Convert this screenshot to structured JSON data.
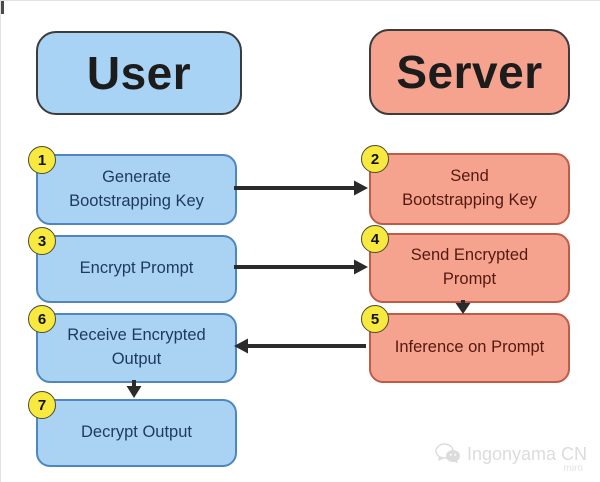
{
  "titles": {
    "user": "User",
    "server": "Server"
  },
  "steps": [
    {
      "num": "1",
      "label": "Generate\nBootstrapping Key",
      "actor": "user"
    },
    {
      "num": "2",
      "label": "Send\nBootstrapping Key",
      "actor": "server"
    },
    {
      "num": "3",
      "label": "Encrypt Prompt",
      "actor": "user"
    },
    {
      "num": "4",
      "label": "Send Encrypted\nPrompt",
      "actor": "server"
    },
    {
      "num": "5",
      "label": "Inference on Prompt",
      "actor": "server"
    },
    {
      "num": "6",
      "label": "Receive Encrypted\nOutput",
      "actor": "user"
    },
    {
      "num": "7",
      "label": "Decrypt Output",
      "actor": "user"
    }
  ],
  "arrows": [
    {
      "from": "1",
      "to": "2",
      "direction": "right"
    },
    {
      "from": "3",
      "to": "4",
      "direction": "right"
    },
    {
      "from": "4",
      "to": "5",
      "direction": "down"
    },
    {
      "from": "5",
      "to": "6",
      "direction": "left"
    },
    {
      "from": "6",
      "to": "7",
      "direction": "down"
    }
  ],
  "watermark": {
    "brand": "Ingonyama CN",
    "sub": "miro"
  },
  "colors": {
    "user_fill": "#aad3f3",
    "user_border": "#4e87bf",
    "user_text": "#1d3a5c",
    "server_fill": "#f5a38f",
    "server_border": "#bf5c48",
    "server_text": "#54190f",
    "badge_fill": "#f7e93d",
    "badge_border": "#4b4b32",
    "arrow": "#2b2b2b",
    "title_text": "#1c1c1c",
    "watermark_text": "#dcdcdc"
  }
}
